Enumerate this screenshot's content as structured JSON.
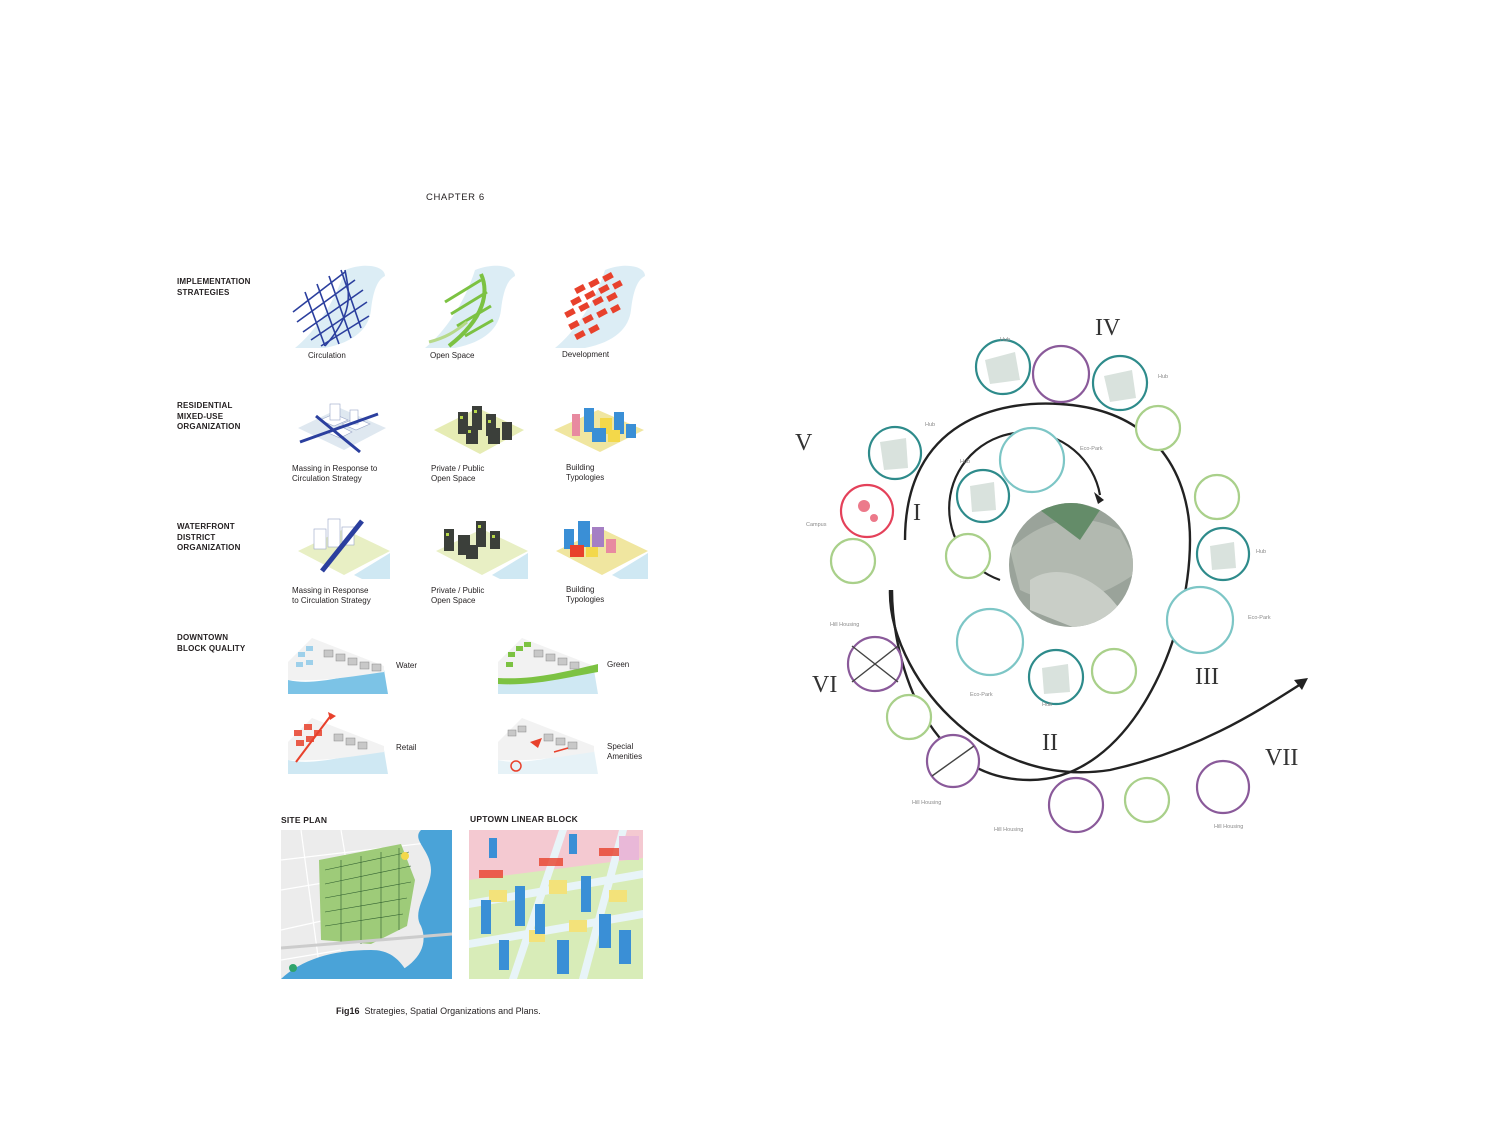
{
  "chapter": "CHAPTER 6",
  "rows": [
    {
      "label": [
        "IMPLEMENTATION",
        "STRATEGIES"
      ],
      "captions": [
        [
          "Circulation"
        ],
        [
          "Open Space"
        ],
        [
          "Development"
        ]
      ]
    },
    {
      "label": [
        "RESIDENTIAL",
        "MIXED-USE",
        "ORGANIZATION"
      ],
      "captions": [
        [
          "Massing in Response to",
          "Circulation Strategy"
        ],
        [
          "Private / Public",
          "Open Space"
        ],
        [
          "Building",
          "Typologies"
        ]
      ]
    },
    {
      "label": [
        "WATERFRONT",
        "DISTRICT",
        "ORGANIZATION"
      ],
      "captions": [
        [
          "Massing in Response",
          "to Circulation Strategy"
        ],
        [
          "Private / Public",
          "Open Space"
        ],
        [
          "Building",
          "Typologies"
        ]
      ]
    },
    {
      "label": [
        "DOWNTOWN",
        "BLOCK QUALITY"
      ],
      "captions": [
        [
          "Water"
        ],
        [
          "Green"
        ],
        [
          "Retail"
        ],
        [
          "Special",
          "Amenities"
        ]
      ]
    }
  ],
  "site_plan_title": "SITE PLAN",
  "uptown_title": "UPTOWN LINEAR BLOCK",
  "figure_caption": {
    "number": "Fig16",
    "text": "Strategies, Spatial Organizations and Plans."
  },
  "spiral": {
    "phases": [
      "I",
      "II",
      "III",
      "IV",
      "V",
      "VI",
      "VII"
    ],
    "labels": [
      "Hub",
      "Hub",
      "Hub",
      "Hub",
      "Hub",
      "Hub",
      "Eco-Park",
      "Eco-Park",
      "Eco-Park",
      "Campus",
      "Hill Housing",
      "Hill Housing",
      "Hill Housing",
      "Hill Housing"
    ]
  },
  "colors": {
    "blue": "#2b3f9e",
    "green": "#7cc242",
    "red": "#e8412c",
    "water": "#cfe8f3",
    "teal": "#2e8b8b",
    "purple": "#8a5a9a"
  }
}
